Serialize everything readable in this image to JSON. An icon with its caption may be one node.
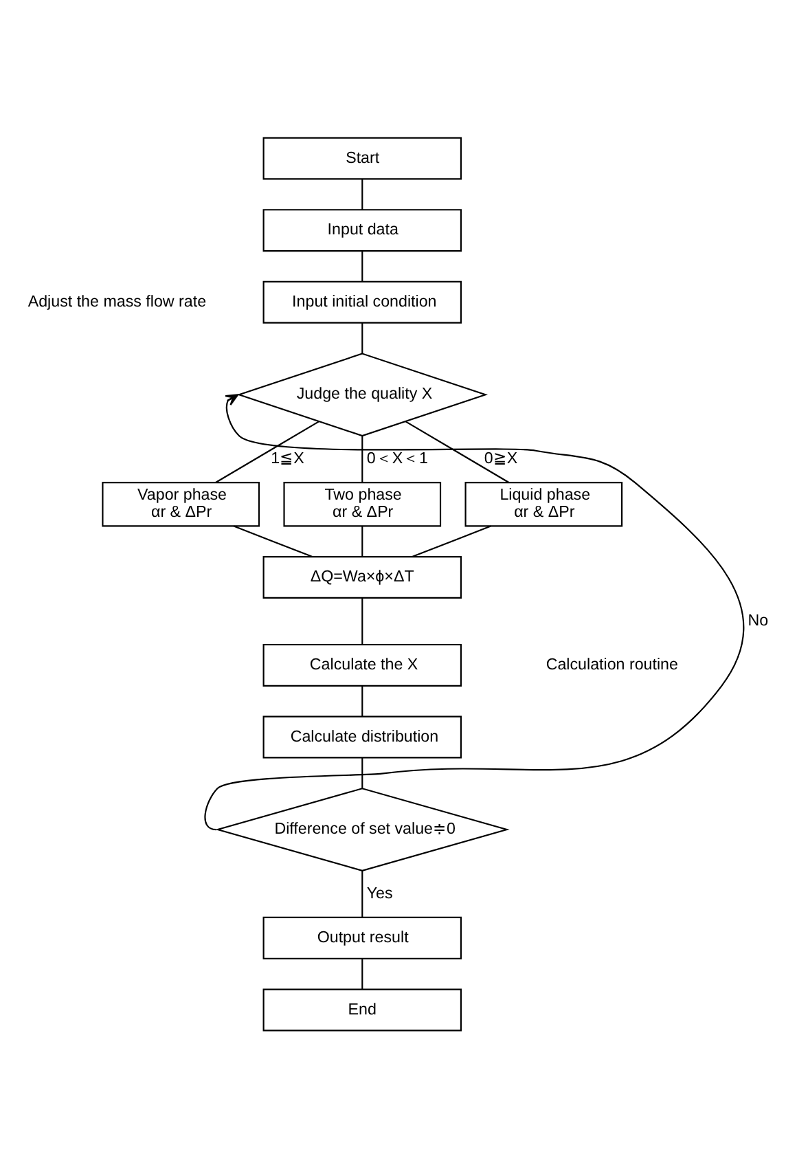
{
  "diagram": {
    "nodes": [
      {
        "text": [
          "Start"
        ]
      },
      {
        "text": [
          "Input data"
        ]
      },
      {
        "text": [
          "Input initial condition"
        ]
      },
      {
        "text": [
          "Judge the quality X"
        ]
      },
      {
        "text": [
          "Vapor phase",
          "αr & ΔPr"
        ]
      },
      {
        "text": [
          "Two phase",
          "αr & ΔPr"
        ]
      },
      {
        "text": [
          "Liquid phase",
          "αr & ΔPr"
        ]
      },
      {
        "text": [
          "ΔQ=Wa×ϕ×ΔT"
        ]
      },
      {
        "text": [
          "Calculate the X"
        ]
      },
      {
        "text": [
          "Calculate distribution"
        ]
      },
      {
        "text": [
          "Difference of set value≑0"
        ]
      },
      {
        "text": [
          "Output result"
        ]
      },
      {
        "text": [
          "End"
        ]
      }
    ],
    "edges": [
      {
        "from": 0,
        "to": 1,
        "arrow": "none"
      },
      {
        "from": 1,
        "to": 2,
        "arrow": "none"
      },
      {
        "from": 2,
        "to": 3,
        "arrow": "none"
      },
      {
        "from": 3,
        "to": 4,
        "arrow": "none",
        "label": "1≦X"
      },
      {
        "from": 3,
        "to": 5,
        "arrow": "none",
        "label": "0＜X＜1"
      },
      {
        "from": 3,
        "to": 6,
        "arrow": "none",
        "label": "0≧X"
      },
      {
        "from": 4,
        "to": 7,
        "arrow": "none"
      },
      {
        "from": 5,
        "to": 7,
        "arrow": "none"
      },
      {
        "from": 6,
        "to": 7,
        "arrow": "none"
      },
      {
        "from": 7,
        "to": 8,
        "arrow": "none"
      },
      {
        "from": 8,
        "to": 9,
        "arrow": "none"
      },
      {
        "from": 9,
        "to": 10,
        "arrow": "none"
      },
      {
        "from": 10,
        "to": 3,
        "arrow": "to",
        "label": "No"
      },
      {
        "from": 10,
        "to": 11,
        "arrow": "none",
        "label": "Yes"
      },
      {
        "from": 11,
        "to": 12,
        "arrow": "none"
      }
    ],
    "labels": [
      "Adjust the mass flow rate",
      "Calculation routine"
    ]
  }
}
